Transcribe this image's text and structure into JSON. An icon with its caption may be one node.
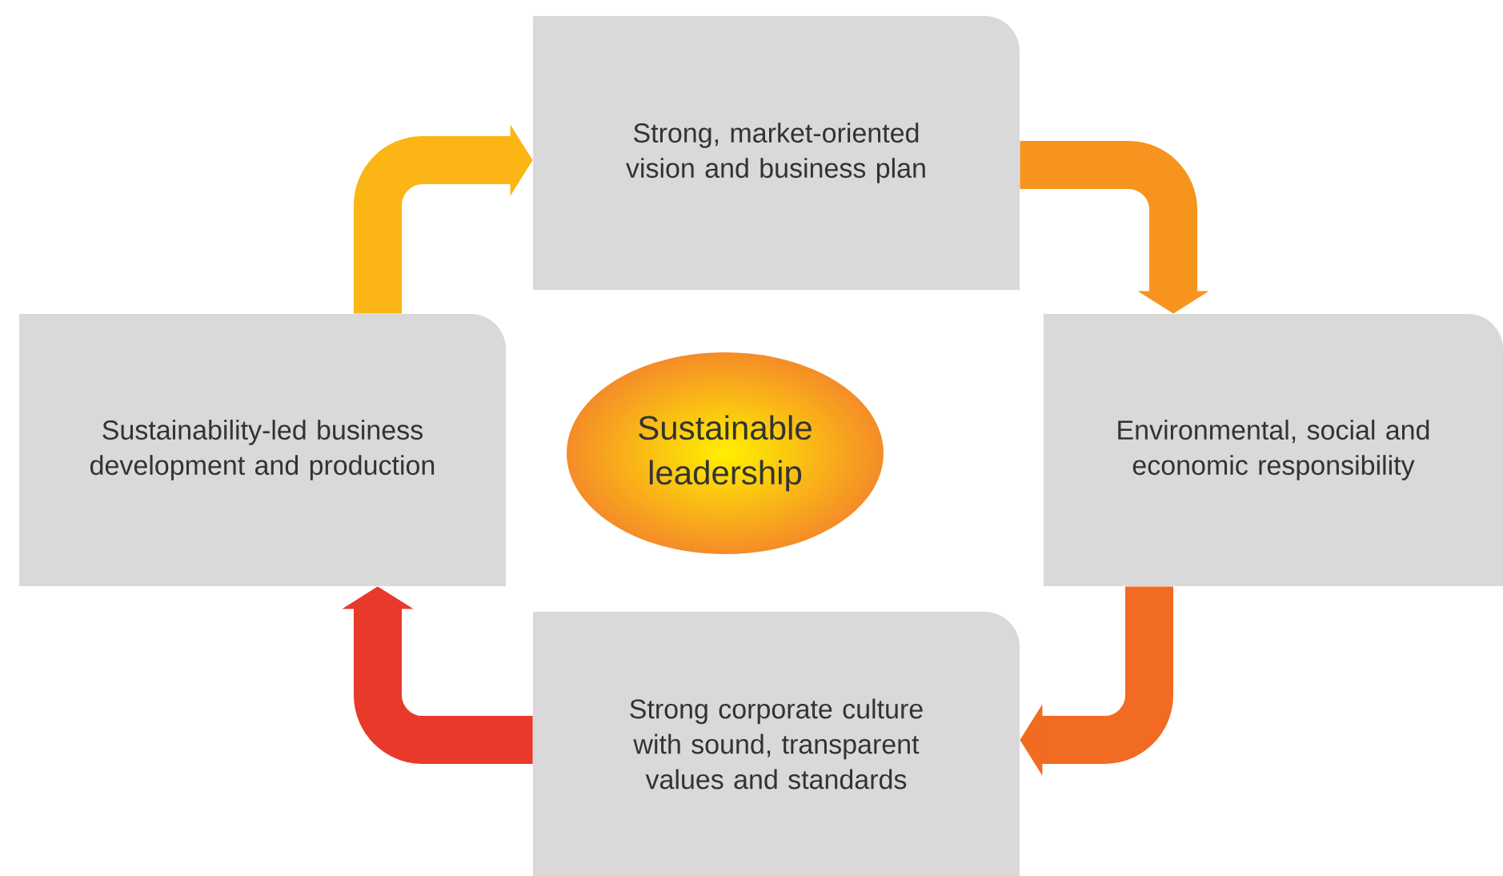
{
  "diagram": {
    "nodes": [
      {
        "text": [
          "Strong, market-oriented vision and business plan"
        ]
      },
      {
        "text": [
          "Environmental, social and economic responsibility"
        ]
      },
      {
        "text": [
          "Strong corporate culture with sound, transparent values and standards"
        ]
      },
      {
        "text": [
          "Sustainability-led business development and production"
        ]
      },
      {
        "text": [
          "Sustainable leadership"
        ]
      }
    ],
    "edges": [
      {
        "from": 3,
        "to": 0,
        "arrow": "to",
        "color": "#fbb515"
      },
      {
        "from": 0,
        "to": 1,
        "arrow": "to",
        "color": "#f7941d"
      },
      {
        "from": 1,
        "to": 2,
        "arrow": "to",
        "color": "#f26b22"
      },
      {
        "from": 2,
        "to": 3,
        "arrow": "to",
        "color": "#e8392a"
      }
    ]
  }
}
